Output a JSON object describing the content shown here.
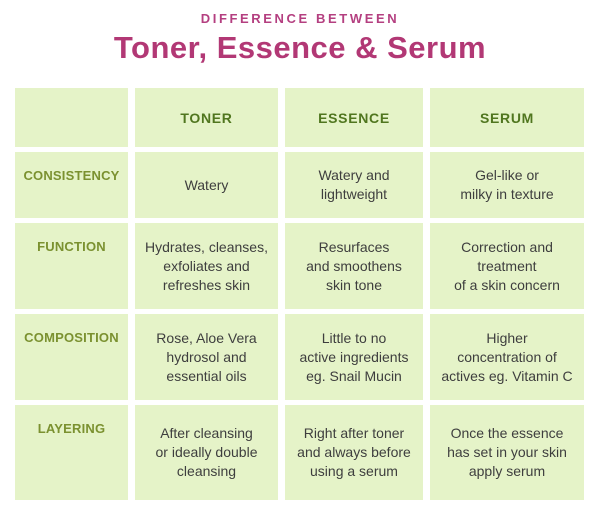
{
  "header": {
    "kicker": "DIFFERENCE BETWEEN",
    "title": "Toner, Essence & Serum"
  },
  "chart_data": {
    "type": "table",
    "title": "Toner, Essence & Serum",
    "subtitle": "DIFFERENCE BETWEEN",
    "columns": [
      "TONER",
      "ESSENCE",
      "SERUM"
    ],
    "rows": [
      {
        "label": "CONSISTENCY",
        "cells": [
          "Watery",
          "Watery and\nlightweight",
          "Gel-like or\nmilky in texture"
        ]
      },
      {
        "label": "FUNCTION",
        "cells": [
          "Hydrates, cleanses,\nexfoliates and\nrefreshes skin",
          "Resurfaces\nand smoothens\nskin tone",
          "Correction and\ntreatment\nof a skin concern"
        ]
      },
      {
        "label": "COMPOSITION",
        "cells": [
          "Rose, Aloe Vera\nhydrosol and\nessential oils",
          "Little to no\nactive ingredients\neg. Snail Mucin",
          "Higher\nconcentration of\nactives eg. Vitamin C"
        ]
      },
      {
        "label": "LAYERING",
        "cells": [
          "After cleansing\nor ideally double\ncleansing",
          "Right after toner\nand always before\nusing a serum",
          "Once the essence\nhas set in your skin\napply serum"
        ]
      }
    ]
  },
  "colors": {
    "title_pink": "#b23875",
    "kicker_pink": "#b43f80",
    "cell_bg": "#e5f3c8",
    "column_header_green": "#50761f",
    "row_label_olive": "#7b9130",
    "body_text": "#3e3e3e"
  }
}
